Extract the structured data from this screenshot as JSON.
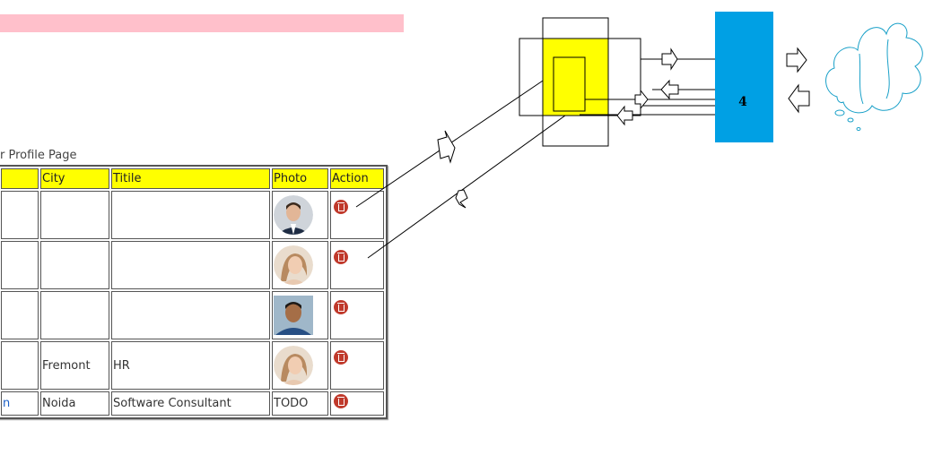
{
  "header": {
    "caption": "r Profile Page"
  },
  "table": {
    "columns": [
      "",
      "City",
      "Titile",
      "Photo",
      "Action"
    ],
    "rows": [
      {
        "name": "",
        "city": "",
        "title": "",
        "photo": "avatar-man-suit",
        "action": "delete"
      },
      {
        "name": "",
        "city": "",
        "title": "",
        "photo": "avatar-woman",
        "action": "delete"
      },
      {
        "name": "",
        "city": "",
        "title": "",
        "photo": "avatar-man-casual",
        "action": "delete"
      },
      {
        "name": "",
        "city": "Fremont",
        "title": "HR",
        "photo": "avatar-woman",
        "action": "delete"
      },
      {
        "name": "n",
        "city": "Noida",
        "title": "Software Consultant",
        "photo_text": "TODO",
        "action": "delete"
      }
    ]
  },
  "diagram": {
    "box_label": "4"
  },
  "colors": {
    "pink": "#ffc0cb",
    "yellow": "#ffff00",
    "blue": "#00a0e4",
    "cloud": "#19a0c8",
    "trash": "#c0392b"
  }
}
